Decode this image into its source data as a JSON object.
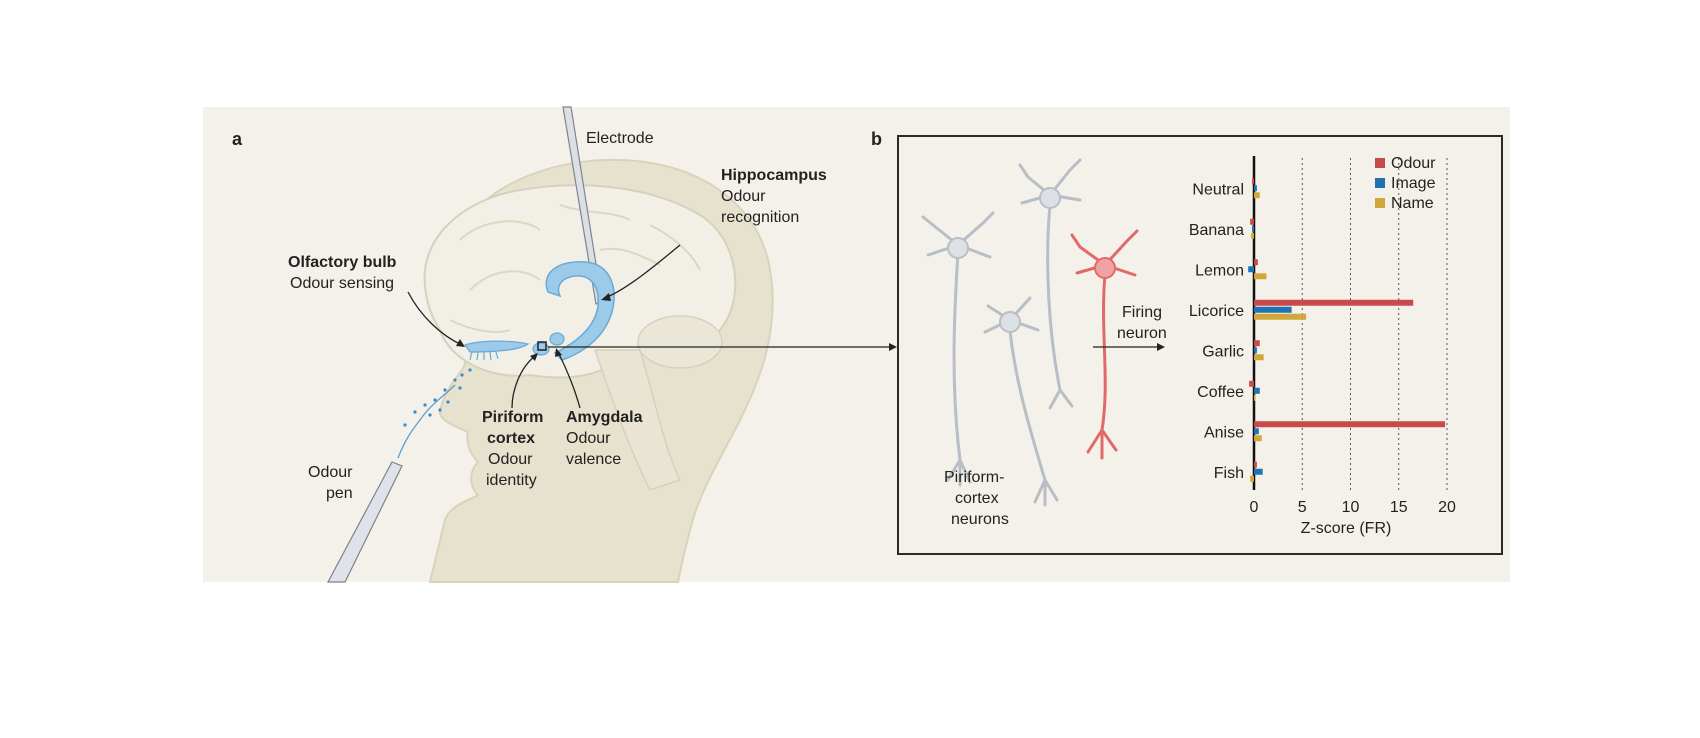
{
  "panel_a": {
    "letter": "a",
    "electrode_label": "Electrode",
    "hippocampus": {
      "title": "Hippocampus",
      "line1": "Odour",
      "line2": "recognition"
    },
    "olfactory_bulb": {
      "title": "Olfactory bulb",
      "subtitle": "Odour sensing"
    },
    "piriform": {
      "title1": "Piriform",
      "title2": "cortex",
      "line1": "Odour",
      "line2": "identity"
    },
    "amygdala": {
      "title": "Amygdala",
      "line1": "Odour",
      "line2": "valence"
    },
    "odour_pen": {
      "line1": "Odour",
      "line2": "pen"
    }
  },
  "panel_b": {
    "letter": "b",
    "firing_neuron": {
      "line1": "Firing",
      "line2": "neuron"
    },
    "piriform_neurons": {
      "line1": "Piriform-",
      "line2": "cortex",
      "line3": "neurons"
    }
  },
  "colors": {
    "background": "#f4f1ea",
    "head": "#e6e2cd",
    "brain": "#f2f0e6",
    "blue_structures": "#9ccbe9",
    "neuron_grey": "#b8bec6",
    "neuron_red": "#e06a6a"
  },
  "chart_data": {
    "type": "bar",
    "orientation": "horizontal",
    "categories": [
      "Neutral",
      "Banana",
      "Lemon",
      "Licorice",
      "Garlic",
      "Coffee",
      "Anise",
      "Fish"
    ],
    "series": [
      {
        "name": "Odour",
        "color": "#c94a4a",
        "values": [
          -0.2,
          -0.4,
          0.4,
          16.5,
          0.6,
          -0.5,
          19.8,
          0.3
        ]
      },
      {
        "name": "Image",
        "color": "#1e73b4",
        "values": [
          0.3,
          -0.2,
          -0.6,
          3.9,
          0.3,
          0.6,
          0.5,
          0.9
        ]
      },
      {
        "name": "Name",
        "color": "#d1a73a",
        "values": [
          0.6,
          -0.3,
          1.3,
          5.4,
          1.0,
          0.1,
          0.8,
          -0.4
        ]
      }
    ],
    "xlabel": "Z-score (FR)",
    "xticks": [
      "0",
      "5",
      "10",
      "15",
      "20"
    ],
    "xlim": [
      -1.2,
      20.5
    ],
    "gridlines": "dotted vertical at 5, 10, 15, 20",
    "legend_position": "top-right"
  }
}
